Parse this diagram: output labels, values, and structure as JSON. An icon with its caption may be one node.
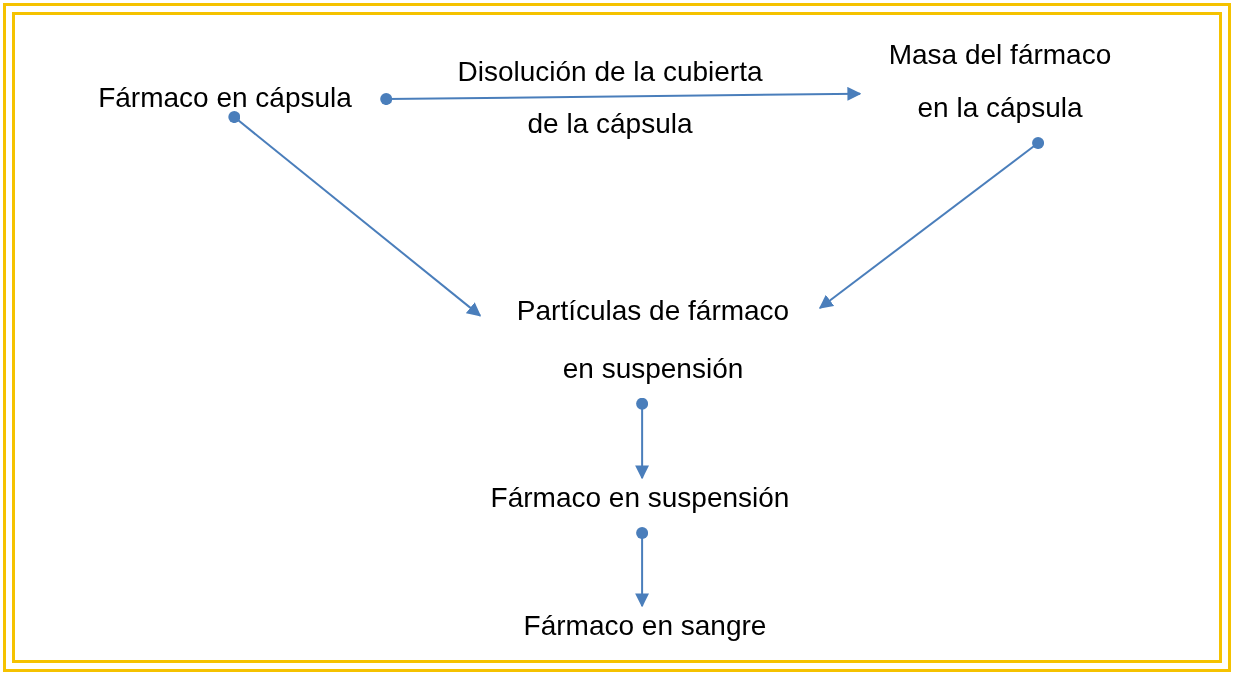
{
  "diagram": {
    "nodes": [
      {
        "text": [
          "Fármaco en cápsula"
        ]
      },
      {
        "text": [
          "Masa del fármaco en la cápsula"
        ]
      },
      {
        "text": [
          "Partículas de fármaco en suspensión"
        ]
      },
      {
        "text": [
          "Fármaco en suspensión"
        ]
      },
      {
        "text": [
          "Fármaco en sangre"
        ]
      }
    ],
    "edges": [
      {
        "from": 0,
        "to": 1,
        "arrow": "to",
        "label": "Disolución de la cubierta de la cápsula"
      },
      {
        "from": 0,
        "to": 2,
        "arrow": "to"
      },
      {
        "from": 1,
        "to": 2,
        "arrow": "to"
      },
      {
        "from": 2,
        "to": 3,
        "arrow": "to"
      },
      {
        "from": 3,
        "to": 4,
        "arrow": "to"
      }
    ]
  }
}
